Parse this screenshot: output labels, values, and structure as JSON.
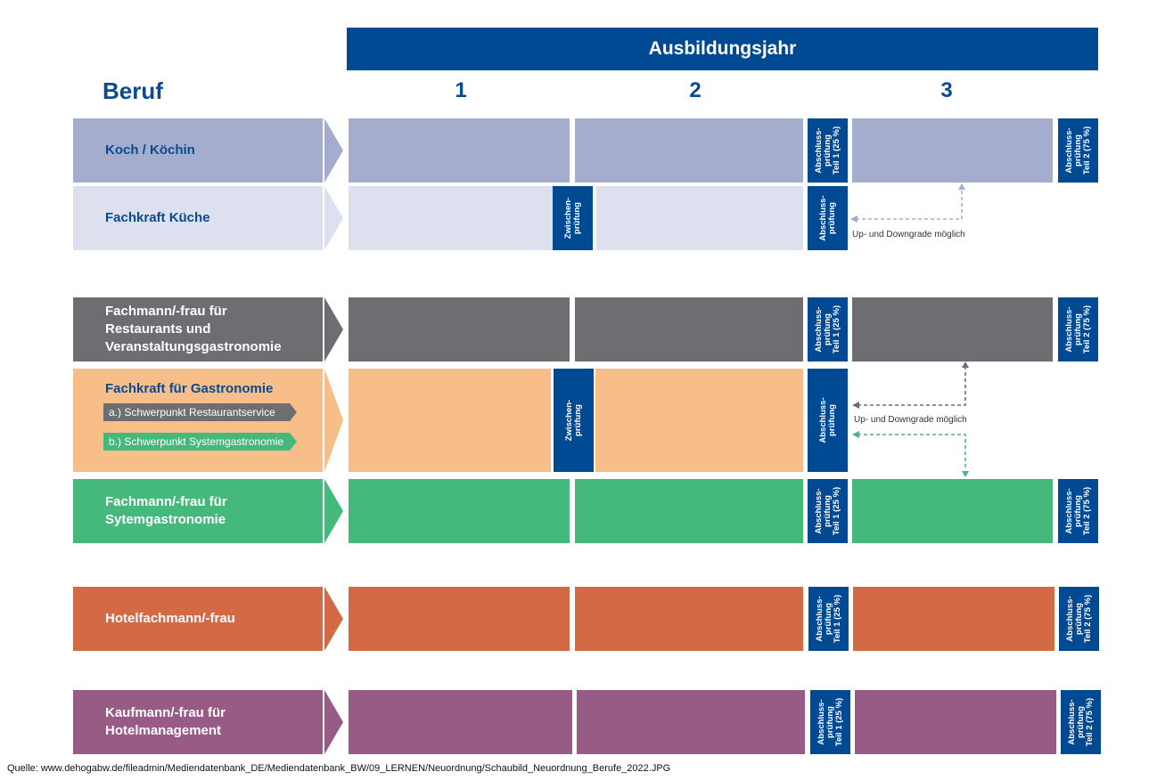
{
  "header": {
    "title": "Ausbildungsjahr"
  },
  "beruf_label": "Beruf",
  "years": [
    "1",
    "2",
    "3"
  ],
  "exam_labels": {
    "teil1": [
      "Abschluss-",
      "prüfung",
      "Teil 1 (25 %)"
    ],
    "teil2": [
      "Abschluss-",
      "prüfung",
      "Teil 2 (75 %)"
    ],
    "abschluss": [
      "Abschluss-",
      "prüfung"
    ],
    "zwischen": [
      "Zwischen-",
      "prüfung"
    ]
  },
  "rows": {
    "koch": {
      "label": "Koch / Köchin",
      "color": "#a5adcf"
    },
    "fachkraft_kueche": {
      "label": "Fachkraft Küche",
      "color": "#dde0ee"
    },
    "restaurants": {
      "label_lines": [
        "Fachmann/-frau für",
        "Restaurants und",
        "Veranstaltungsgastronomie"
      ],
      "color": "#6d6e71"
    },
    "fachkraft_gastro": {
      "label": "Fachkraft für Gastronomie",
      "color": "#f8be8a",
      "sub_a": "a.) Schwerpunkt Restaurantservice",
      "sub_b": "b.) Schwerpunkt Systemgastronomie",
      "sub_a_color": "#6d6e71",
      "sub_b_color": "#45b97c"
    },
    "system": {
      "label_lines": [
        "Fachmann/-frau für",
        "Sytemgastronomie"
      ],
      "color": "#45b97c"
    },
    "hotel": {
      "label": "Hotelfachmann/-frau",
      "color": "#d46a45"
    },
    "kaufmann": {
      "label_lines": [
        "Kaufmann/-frau für",
        "Hotelmanagement"
      ],
      "color": "#985b85"
    }
  },
  "notes": {
    "updown": "Up- und Downgrade möglich"
  },
  "source": "Quelle: www.dehogabw.de/fileadmin/Mediendatenbank_DE/Mediendatenbank_BW/09_LERNEN/Neuordnung/Schaubild_Neuordnung_Berufe_2022.JPG",
  "colors": {
    "brand_blue": "#004a93",
    "title_blue": "#0a4a8f"
  }
}
